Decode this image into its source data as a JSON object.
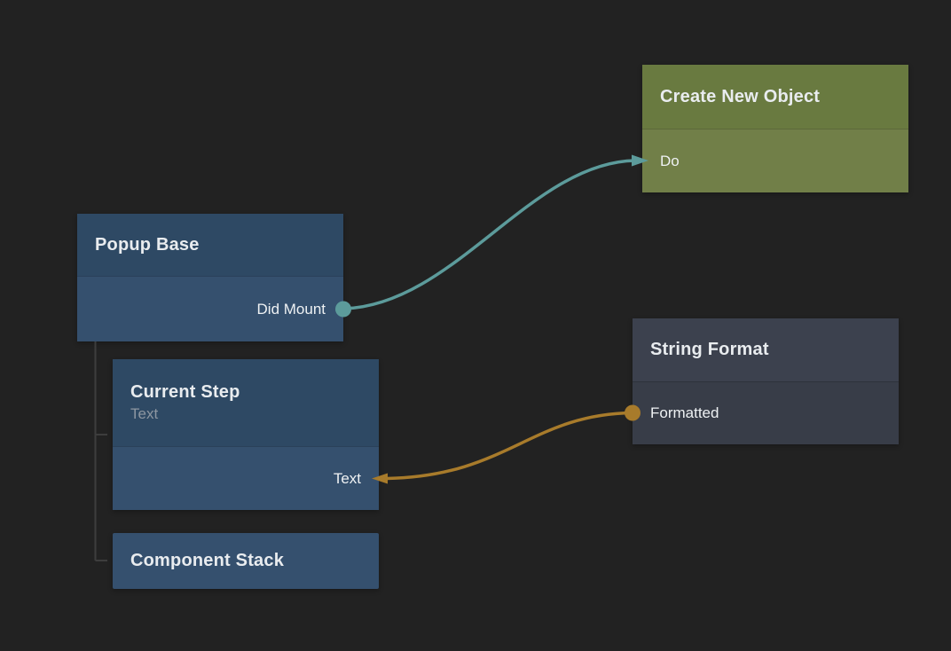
{
  "canvas": {
    "background": "#222222"
  },
  "nodes": {
    "popup_base": {
      "title": "Popup Base",
      "kind": "component",
      "header_color": "#2e4964",
      "body_color": "#35506e",
      "outputs": [
        {
          "label": "Did Mount",
          "connected": true
        }
      ]
    },
    "create_new_object": {
      "title": "Create New Object",
      "kind": "action",
      "header_color": "#697a40",
      "body_color": "#717f48",
      "inputs": [
        {
          "label": "Do",
          "connected": true
        }
      ]
    },
    "current_step": {
      "title": "Current Step",
      "subtitle": "Text",
      "kind": "component",
      "header_color": "#2e4964",
      "body_color": "#35506e",
      "inputs": [
        {
          "label": "Text",
          "connected": true
        }
      ]
    },
    "component_stack": {
      "title": "Component Stack",
      "kind": "component",
      "header_color": "#35506e"
    },
    "string_format": {
      "title": "String Format",
      "kind": "utility",
      "header_color": "#3c414e",
      "body_color": "#383d48",
      "outputs": [
        {
          "label": "Formatted",
          "connected": true
        }
      ]
    }
  },
  "connections": [
    {
      "name": "did-mount-to-do",
      "from": "Popup Base / Did Mount",
      "to": "Create New Object / Do",
      "color": "#5c9b9b"
    },
    {
      "name": "formatted-to-text",
      "from": "String Format / Formatted",
      "to": "Current Step / Text",
      "color": "#a87b2b"
    }
  ],
  "hierarchy": {
    "parent": "Popup Base",
    "children": [
      "Current Step",
      "Component Stack"
    ],
    "line_color": "#3d3d3d"
  }
}
